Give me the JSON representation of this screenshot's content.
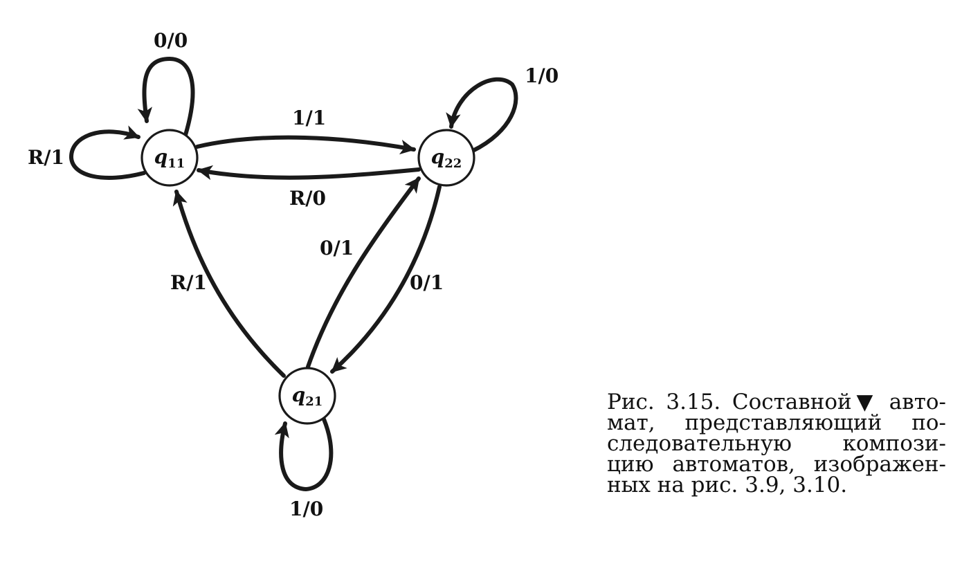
{
  "diagram": {
    "nodes": [
      {
        "id": "q11",
        "base": "q",
        "sub": "11"
      },
      {
        "id": "q22",
        "base": "q",
        "sub": "22"
      },
      {
        "id": "q21",
        "base": "q",
        "sub": "21"
      }
    ],
    "edges": [
      {
        "from": "q11",
        "to": "q11",
        "label": "0/0"
      },
      {
        "from": "q11",
        "to": "q11",
        "label": "R/1"
      },
      {
        "from": "q11",
        "to": "q22",
        "label": "1/1"
      },
      {
        "from": "q22",
        "to": "q11",
        "label": "R/0"
      },
      {
        "from": "q22",
        "to": "q22",
        "label": "1/0"
      },
      {
        "from": "q21",
        "to": "q11",
        "label": "R/1"
      },
      {
        "from": "q21",
        "to": "q22",
        "label": "0/1"
      },
      {
        "from": "q22",
        "to": "q21",
        "label": "0/1"
      },
      {
        "from": "q21",
        "to": "q21",
        "label": "1/0"
      }
    ]
  },
  "caption": {
    "lines": [
      "Рис. 3.15. Составной▼ авто-",
      "мат, представляющий по-",
      "следовательную компози-",
      "цию автоматов, изображен-",
      "ных на рис. 3.9, 3.10."
    ]
  }
}
